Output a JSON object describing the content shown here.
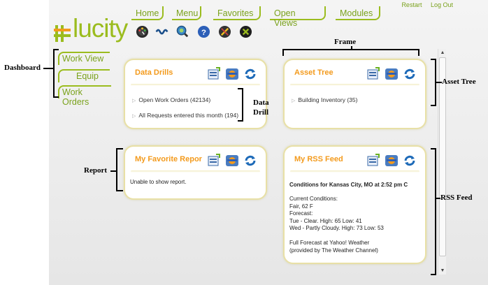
{
  "top_links": [
    "Restart",
    "Log Out"
  ],
  "brand": {
    "name": "lucity",
    "green": "#9bbc1e",
    "accent_orange": "#f39a1c"
  },
  "nav": [
    {
      "label": "Home"
    },
    {
      "label": "Menu"
    },
    {
      "label": "Favorites"
    },
    {
      "label": "Open Views"
    },
    {
      "label": "Modules"
    }
  ],
  "toolbar_icons": [
    "dashboard-gauge-icon",
    "link-icon",
    "map-search-icon",
    "help-icon",
    "tools-icon",
    "close-circle-icon"
  ],
  "dashboards": [
    {
      "label": "Work View"
    },
    {
      "label": "Equip"
    },
    {
      "label": "Work Orders"
    }
  ],
  "panels": {
    "data_drills": {
      "title": "Data Drills",
      "items": [
        "Open Work Orders (42134)",
        "All Requests entered this month (194)"
      ]
    },
    "asset_tree": {
      "title": "Asset Tree",
      "items": [
        "Building Inventory (35)"
      ]
    },
    "favorite_report": {
      "title": "My Favorite Repor",
      "message": "Unable to show report."
    },
    "rss_feed": {
      "title": "My RSS Feed",
      "heading": "Conditions for Kansas City, MO at 2:52 pm C",
      "lines": [
        "Current Conditions:",
        "Fair, 62 F",
        "Forecast:",
        "Tue - Clear. High: 65 Low: 41",
        "Wed - Partly Cloudy. High: 73 Low: 53",
        "",
        "Full Forecast at Yahoo! Weather",
        "(provided by The Weather Channel)"
      ]
    }
  },
  "annotations": {
    "dashboard": "Dashboard",
    "frame": "Frame",
    "asset_tree": "Asset Tree",
    "data_drill_1": "Data",
    "data_drill_2": "Drill",
    "report": "Report",
    "rss_feed": "RSS Feed"
  }
}
